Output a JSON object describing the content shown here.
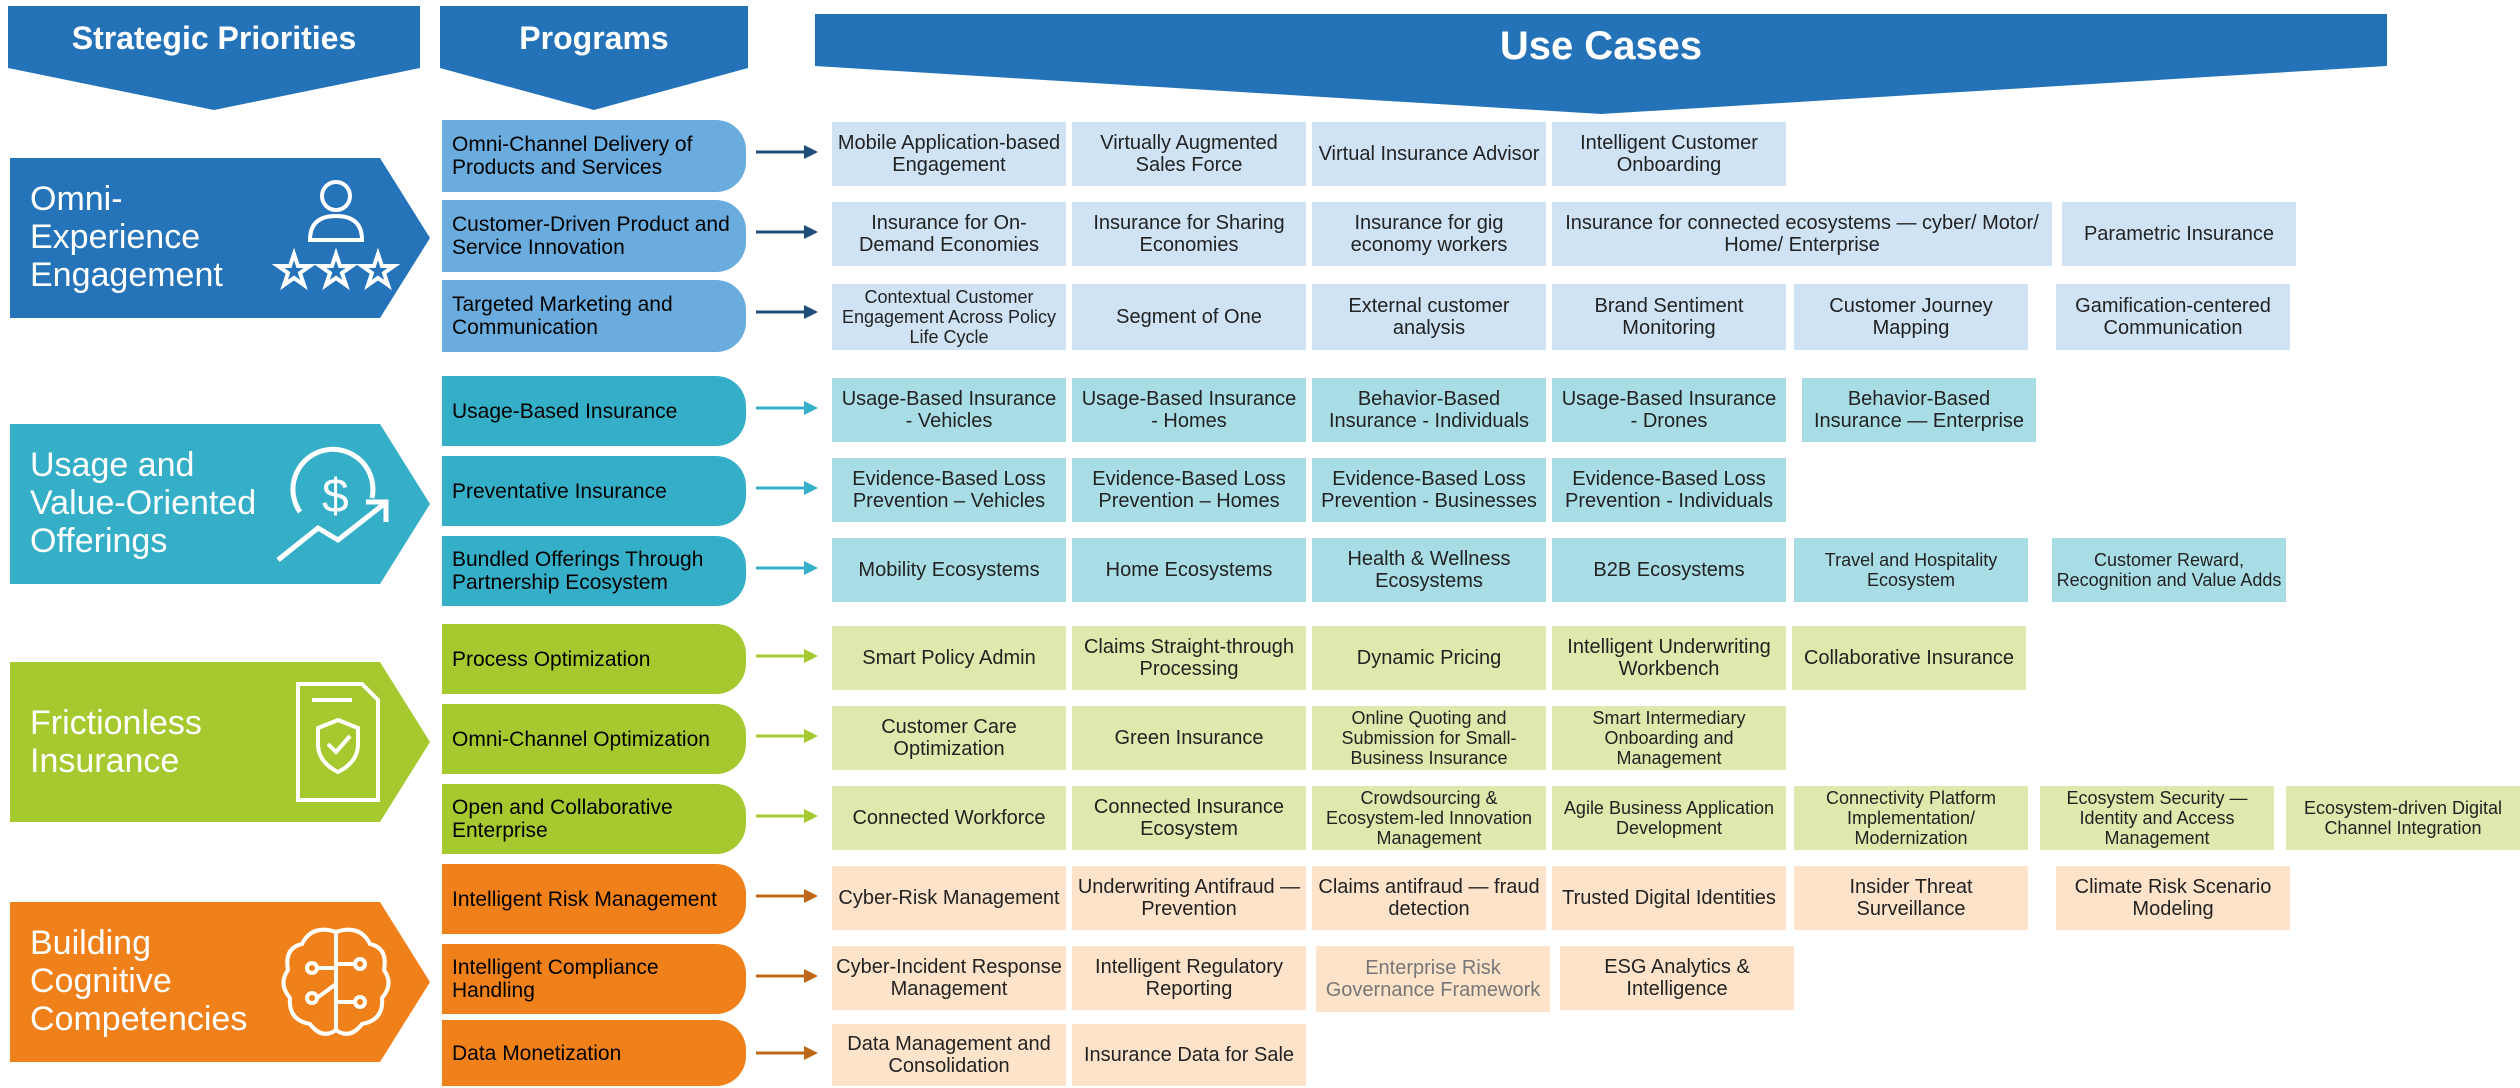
{
  "headers": {
    "priorities": "Strategic Priorities",
    "programs": "Programs",
    "use_cases": "Use Cases"
  },
  "colors": {
    "header_blue": "#2473b9",
    "omni_blue": "#2574ba",
    "usage_teal": "#35afc8",
    "friction_green": "#a6c92f",
    "cognitive_orange": "#f0811a"
  },
  "priorities": [
    {
      "label": "Omni-\nExperience\nEngagement",
      "icon": "customer-rating-icon",
      "color": "#2574ba"
    },
    {
      "label": "Usage and\nValue-Oriented\nOfferings",
      "icon": "dollar-growth-icon",
      "color": "#35afc8"
    },
    {
      "label": "Frictionless\nInsurance",
      "icon": "shield-document-icon",
      "color": "#a6c92f"
    },
    {
      "label": "Building\nCognitive\nCompetencies",
      "icon": "brain-circuit-icon",
      "color": "#f0811a"
    }
  ],
  "programs": [
    {
      "label": "Omni-Channel Delivery of Products and Services",
      "use_cases": [
        "Mobile Application-based Engagement",
        "Virtually Augmented Sales Force",
        "Virtual Insurance Advisor",
        "Intelligent Customer Onboarding"
      ]
    },
    {
      "label": "Customer-Driven Product and Service Innovation",
      "use_cases": [
        "Insurance for On-Demand Economies",
        "Insurance for Sharing Economies",
        "Insurance for gig economy workers",
        "Insurance for connected ecosystems — cyber/ Motor/ Home/ Enterprise",
        "Parametric Insurance"
      ]
    },
    {
      "label": "Targeted Marketing and Communication",
      "use_cases": [
        "Contextual Customer Engagement Across Policy Life Cycle",
        "Segment of One",
        "External customer analysis",
        "Brand Sentiment Monitoring",
        "Customer Journey Mapping",
        "Gamification-centered Communication"
      ]
    },
    {
      "label": "Usage-Based Insurance",
      "use_cases": [
        "Usage-Based Insurance - Vehicles",
        "Usage-Based Insurance - Homes",
        "Behavior-Based Insurance - Individuals",
        "Usage-Based Insurance - Drones",
        "Behavior-Based Insurance — Enterprise"
      ]
    },
    {
      "label": "Preventative Insurance",
      "use_cases": [
        "Evidence-Based Loss Prevention – Vehicles",
        "Evidence-Based Loss Prevention – Homes",
        "Evidence-Based Loss Prevention - Businesses",
        "Evidence-Based Loss Prevention - Individuals"
      ]
    },
    {
      "label": "Bundled Offerings Through Partnership Ecosystem",
      "use_cases": [
        "Mobility Ecosystems",
        "Home Ecosystems",
        "Health & Wellness Ecosystems",
        "B2B Ecosystems",
        "Travel and Hospitality Ecosystem",
        "Customer Reward, Recognition and Value Adds"
      ]
    },
    {
      "label": "Process Optimization",
      "use_cases": [
        "Smart Policy Admin",
        "Claims Straight-through Processing",
        "Dynamic Pricing",
        "Intelligent Underwriting Workbench",
        "Collaborative Insurance"
      ]
    },
    {
      "label": "Omni-Channel Optimization",
      "use_cases": [
        "Customer Care Optimization",
        "Green Insurance",
        "Online Quoting and Submission for Small-Business Insurance",
        "Smart Intermediary Onboarding and Management"
      ]
    },
    {
      "label": "Open and Collaborative Enterprise",
      "use_cases": [
        "Connected Workforce",
        "Connected Insurance Ecosystem",
        "Crowdsourcing & Ecosystem-led Innovation Management",
        "Agile Business Application Development",
        "Connectivity Platform Implementation/ Modernization",
        "Ecosystem Security — Identity and Access Management",
        "Ecosystem-driven Digital Channel Integration"
      ]
    },
    {
      "label": "Intelligent Risk Management",
      "use_cases": [
        "Cyber-Risk Management",
        "Underwriting Antifraud — Prevention",
        "Claims antifraud — fraud detection",
        "Trusted Digital Identities",
        "Insider Threat Surveillance",
        "Climate Risk Scenario Modeling"
      ]
    },
    {
      "label": "Intelligent Compliance Handling",
      "use_cases": [
        "Cyber-Incident Response Management",
        "Intelligent Regulatory Reporting",
        "Enterprise Risk Governance Framework",
        "ESG Analytics & Intelligence"
      ]
    },
    {
      "label": "Data Monetization",
      "use_cases": [
        "Data Management and Consolidation",
        "Insurance Data for Sale"
      ]
    }
  ]
}
